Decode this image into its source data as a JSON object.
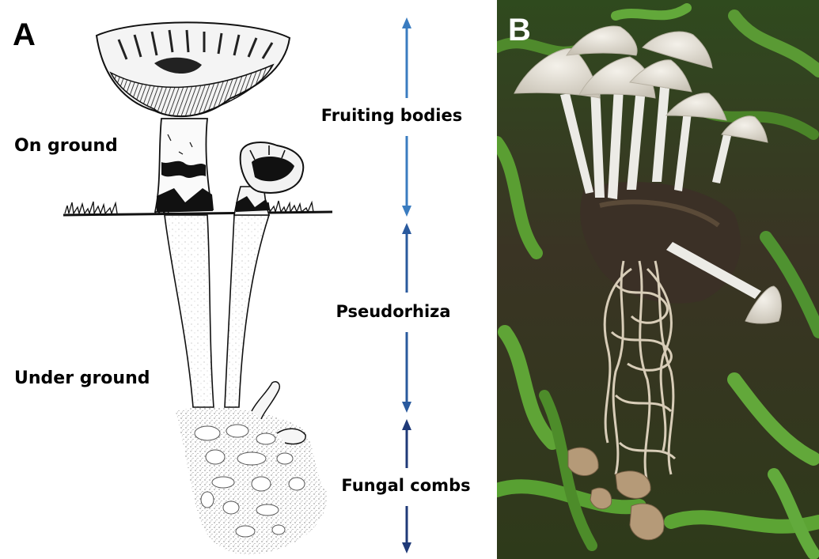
{
  "panel_a": {
    "letter": "A",
    "on_ground_label": "On ground",
    "under_ground_label": "Under ground",
    "stages": {
      "fruiting_bodies": "Fruiting bodies",
      "pseudorhiza": "Pseudorhiza",
      "fungal_combs": "Fungal combs"
    },
    "arrow_colors": {
      "fruiting_bodies": "#3a7cc0",
      "pseudorhiza": "#2a5a9e",
      "fungal_combs": "#1f3a78"
    }
  },
  "panel_b": {
    "letter": "B"
  }
}
